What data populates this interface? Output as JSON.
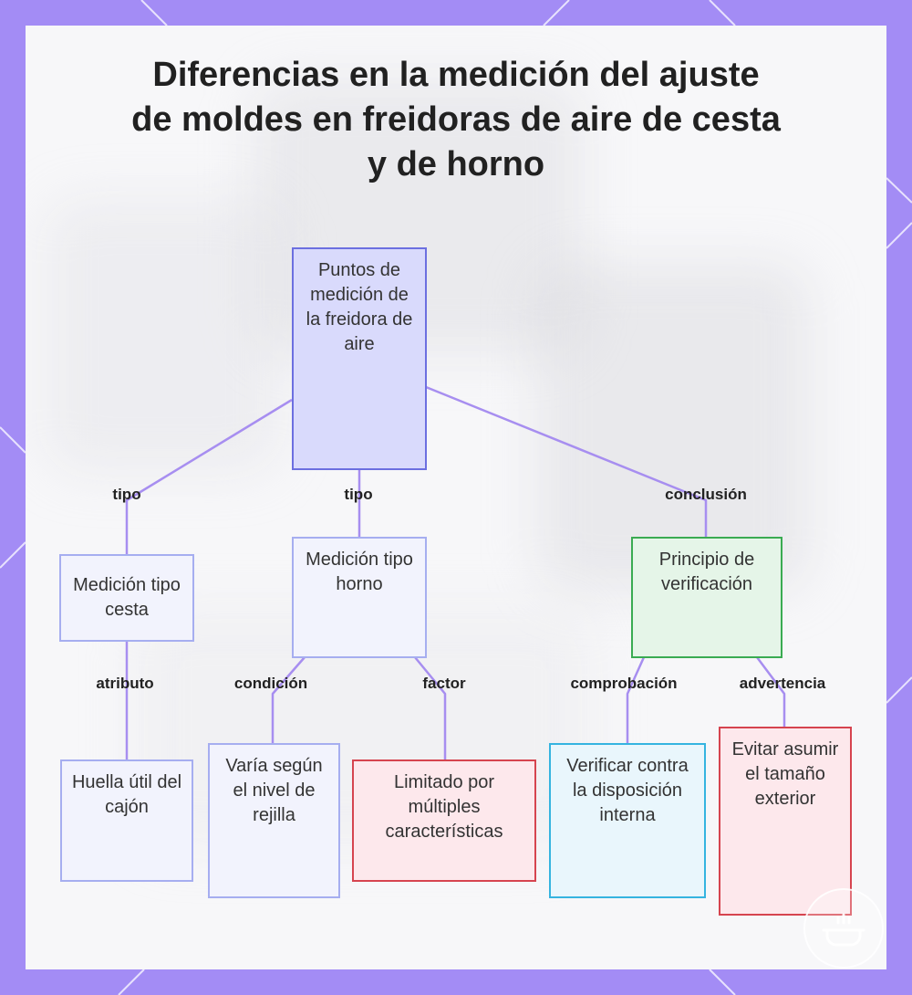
{
  "title": "Diferencias en la medición del ajuste de moldes en freidoras de aire de cesta y de horno",
  "nodes": {
    "root": "Puntos de medición de la freidora de aire",
    "basket": "Medición tipo cesta",
    "oven": "Medición tipo horno",
    "principle": "Principio de verificación",
    "footprint": "Huella útil del cajón",
    "rack": "Varía según el nivel de rejilla",
    "limited": "Limitado por múltiples características",
    "verify": "Verificar contra la disposición interna",
    "avoid": "Evitar asumir el tamaño exterior"
  },
  "edge_labels": {
    "tipo_1": "tipo",
    "tipo_2": "tipo",
    "conclusion": "conclusión",
    "atributo": "atributo",
    "condicion": "condición",
    "factor": "factor",
    "comprobacion": "comprobación",
    "advertencia": "advertencia"
  },
  "colors": {
    "frame": "#a38cf5",
    "edge": "#a78ef0",
    "primary_node": "#d9dafc",
    "secondary_node": "#f2f3fd",
    "principle_node": "#e5f5e8",
    "warning_node": "#fde8ec",
    "check_node": "#e9f6fc"
  },
  "logo": "cooking-pot-logo"
}
